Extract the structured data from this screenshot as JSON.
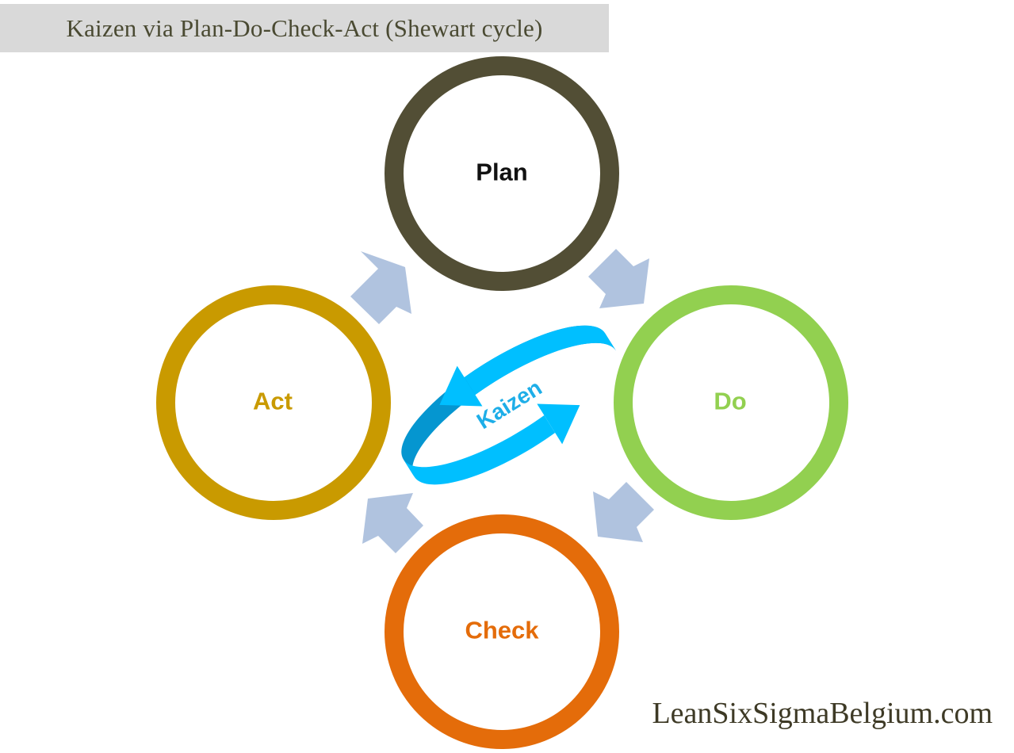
{
  "title": "Kaizen via Plan-Do-Check-Act (Shewart cycle)",
  "stages": {
    "plan": {
      "label": "Plan",
      "color": "#524e35",
      "text_color": "#111111"
    },
    "do": {
      "label": "Do",
      "color": "#92d050",
      "text_color": "#92d050"
    },
    "check": {
      "label": "Check",
      "color": "#e46c0a",
      "text_color": "#e46c0a"
    },
    "act": {
      "label": "Act",
      "color": "#c99a00",
      "text_color": "#c99a00"
    }
  },
  "center": {
    "label": "Kaizen",
    "color_light": "#00bfff",
    "color_dark": "#0596d0"
  },
  "arrow_color": "#b0c3df",
  "footer": "LeanSixSigmaBelgium.com"
}
